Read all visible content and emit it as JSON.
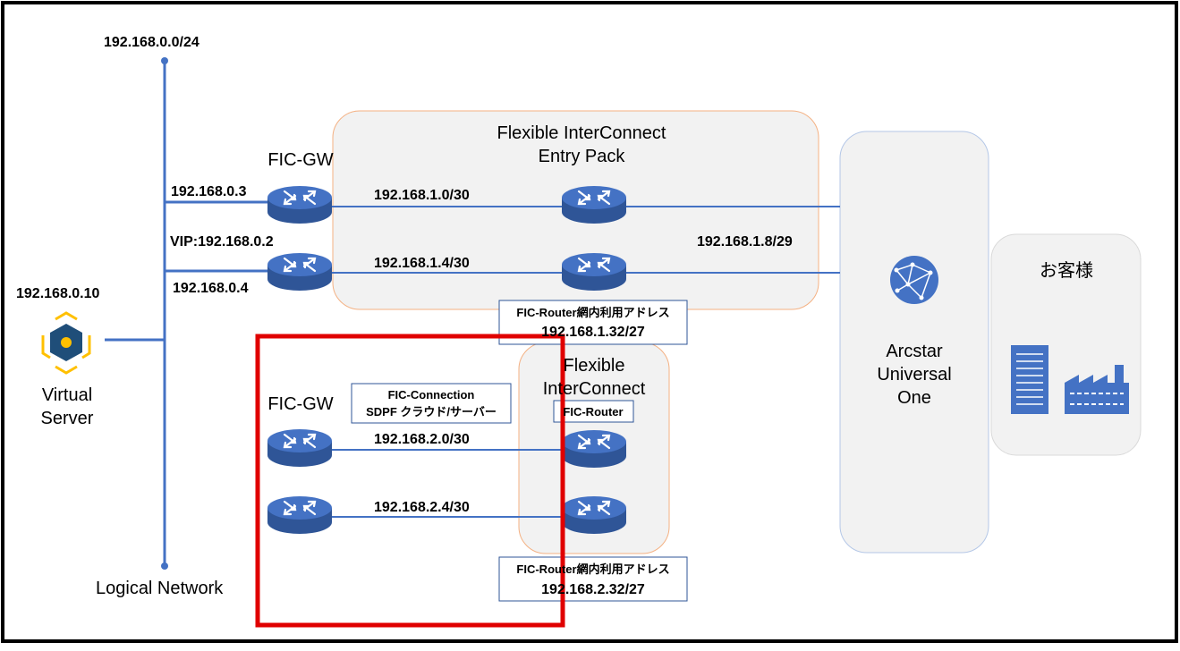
{
  "labels": {
    "logical_subnet": "192.168.0.0/24",
    "logical_network": "Logical Network",
    "vs_ip": "192.168.0.10",
    "vs_line1": "Virtual",
    "vs_line2": "Server",
    "fic_gw_top": "FIC-GW",
    "fic_gw_bottom": "FIC-GW",
    "gw1_ip": "192.168.0.3",
    "vip": "VIP:192.168.0.2",
    "gw2_ip": "192.168.0.4",
    "entry_title1": "Flexible InterConnect",
    "entry_title2": "Entry Pack",
    "link1": "192.168.1.0/30",
    "link2": "192.168.1.4/30",
    "link3": "192.168.1.8/29",
    "ficr_addr1_line1": "FIC-Router網内利用アドレス",
    "ficr_addr1_line2": "192.168.1.32/27",
    "fic_title1": "Flexible",
    "fic_title2": "InterConnect",
    "fic_router": "FIC-Router",
    "conn_line1": "FIC-Connection",
    "conn_line2": "SDPF クラウド/サーバー",
    "link4": "192.168.2.0/30",
    "link5": "192.168.2.4/30",
    "ficr_addr2_line1": "FIC-Router網内利用アドレス",
    "ficr_addr2_line2": "192.168.2.32/27",
    "arcstar1": "Arcstar",
    "arcstar2": "Universal",
    "arcstar3": "One",
    "customer": "お客様"
  },
  "colors": {
    "line": "#4472c4",
    "router": "#4472c4",
    "panel_fill": "#f2f2f2",
    "entry_border": "#f4b183",
    "fic_border": "#f4b183",
    "aruo_border": "#b4c7e7",
    "customer_border": "#d9d9d9",
    "highlight": "#e00000",
    "server_cube": "#1f4e79",
    "server_dot": "#ffc000"
  }
}
